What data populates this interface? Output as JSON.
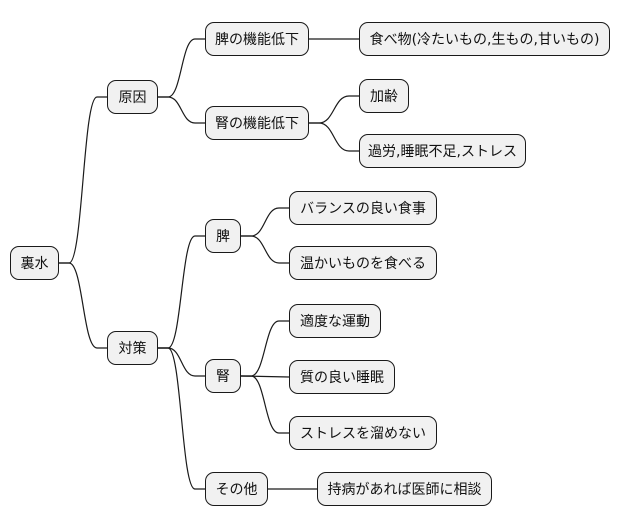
{
  "mindmap": {
    "root": {
      "label": "裏水",
      "children": [
        {
          "label": "原因",
          "children": [
            {
              "label": "脾の機能低下",
              "children": [
                {
                  "label": "食べ物(冷たいもの,生もの,甘いもの)"
                }
              ]
            },
            {
              "label": "腎の機能低下",
              "children": [
                {
                  "label": "加齢"
                },
                {
                  "label": "過労,睡眠不足,ストレス"
                }
              ]
            }
          ]
        },
        {
          "label": "対策",
          "children": [
            {
              "label": "脾",
              "children": [
                {
                  "label": "バランスの良い食事"
                },
                {
                  "label": "温かいものを食べる"
                }
              ]
            },
            {
              "label": "腎",
              "children": [
                {
                  "label": "適度な運動"
                },
                {
                  "label": "質の良い睡眠"
                },
                {
                  "label": "ストレスを溜めない"
                }
              ]
            },
            {
              "label": "その他",
              "children": [
                {
                  "label": "持病があれば医師に相談"
                }
              ]
            }
          ]
        }
      ]
    }
  }
}
